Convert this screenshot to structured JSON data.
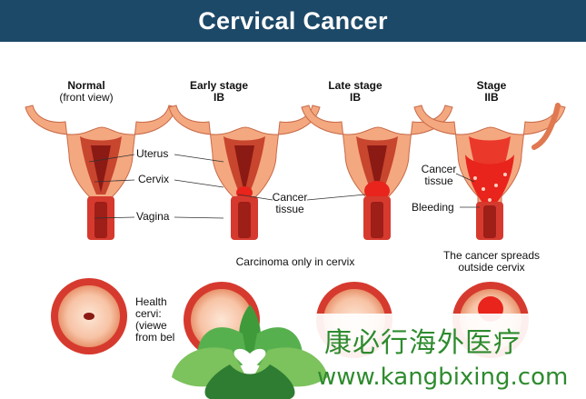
{
  "title": "Cervical Cancer",
  "panels": [
    {
      "line1": "Normal",
      "line2": "(front view)",
      "line2_bold": false
    },
    {
      "line1": "Early stage",
      "line2": "IB",
      "line2_bold": true
    },
    {
      "line1": "Late stage",
      "line2": "IB",
      "line2_bold": true
    },
    {
      "line1": "Stage",
      "line2": "IIB",
      "line2_bold": true
    }
  ],
  "labels": {
    "uterus": "Uterus",
    "cervix": "Cervix",
    "vagina": "Vagina",
    "cancer_tissue_1": "Cancer",
    "cancer_tissue_2": "tissue",
    "cancer_tissue_b1": "Cancer",
    "cancer_tissue_b2": "tissue",
    "bleeding": "Bleeding",
    "healthy_1": "Health",
    "healthy_2": "cervi:",
    "healthy_3": "(viewe",
    "healthy_4": "from bel"
  },
  "captions": {
    "carcinoma": "Carcinoma only in cervix",
    "spread_1": "The cancer spreads",
    "spread_2": "outside cervix"
  },
  "watermark": {
    "chinese": "康必行海外医疗",
    "url": "www.kangbixing.com"
  },
  "colors": {
    "banner": "#1d4968",
    "tissue": "#f4a880",
    "tissue_dark": "#e07850",
    "muscle": "#d63a2e",
    "cancer": "#e8241c",
    "watermark_green": "#2e8b2e"
  }
}
